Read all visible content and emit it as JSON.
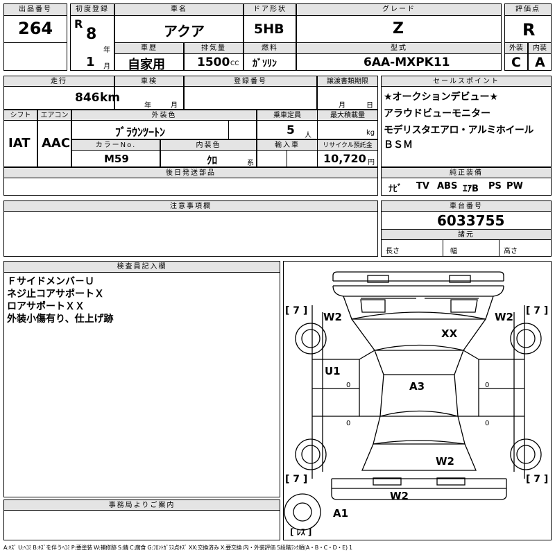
{
  "header": {
    "lot_label": "出品番号",
    "lot": "264",
    "first_reg_label": "初度登録",
    "era": "R",
    "year": "8",
    "year_unit": "年",
    "month": "1",
    "month_unit": "月",
    "name_label": "車名",
    "name": "アクア",
    "door_label": "ドア形状",
    "door": "5HB",
    "grade_label": "グレード",
    "grade": "Z",
    "score_label": "評価点",
    "score": "R",
    "history_label": "車歴",
    "history": "自家用",
    "disp_label": "排気量",
    "disp": "1500",
    "disp_unit": "CC",
    "fuel_label": "燃料",
    "fuel": "ｶﾞｿﾘﾝ",
    "model_label": "型式",
    "model": "6AA-MXPK11",
    "ext_label": "外装",
    "ext": "C",
    "int_label": "内装",
    "int": "A"
  },
  "mid": {
    "mileage_label": "走行",
    "mileage": "846",
    "mileage_unit": "km",
    "inspect_label": "車検",
    "inspect_year": "年",
    "inspect_month": "月",
    "reg_label": "登録番号",
    "transfer_label": "譲渡書類期限",
    "transfer_month": "月",
    "transfer_day": "日",
    "shift_label": "シフト",
    "shift": "IAT",
    "ac_label": "エアコン",
    "ac": "AAC",
    "color_label": "外装色",
    "color": "ﾌﾞﾗｳﾝﾂｰﾄﾝ",
    "capacity_label": "乗車定員",
    "capacity": "5",
    "capacity_unit": "人",
    "load_label": "最大積載量",
    "load_unit": "kg",
    "colorno_label": "カラーNo.",
    "colorno": "M59",
    "intcolor_label": "内装色",
    "intcolor": "ｸﾛ",
    "intcolor_unit": "系",
    "import_label": "輸入車",
    "recycle_label": "リサイクル預託金",
    "recycle": "10,720",
    "recycle_unit": "円",
    "later_label": "後日発送部品"
  },
  "sales": {
    "label": "セールスポイント",
    "lines": [
      "★オークションデビュー★",
      "アラウドビューモニター",
      "モデリスタエアロ・アルミホイール",
      "ＢＳＭ"
    ]
  },
  "equip": {
    "label": "純正装備",
    "items": [
      "ﾅﾋﾞ",
      "TV",
      "ABS",
      "ｴｱB",
      "PS",
      "PW"
    ]
  },
  "notes": {
    "label": "注意事項欄"
  },
  "chassis": {
    "label": "車台番号",
    "number": "6033755",
    "dims_label": "諸元",
    "length": "長さ",
    "width": "幅",
    "height": "高さ"
  },
  "inspector": {
    "label": "検査員記入欄",
    "lines": [
      "Ｆサイドメンバ－Ｕ",
      "ネジ止コアサポートＸ",
      "ロアサポートＸＸ",
      "外装小傷有り、仕上げ跡"
    ]
  },
  "office": {
    "label": "事務局よりご案内"
  },
  "diagram": {
    "tread_fl": "[ 7 ]",
    "tread_fr": "[ 7 ]",
    "tread_rl": "[ 7 ]",
    "tread_rr": "[ 7 ]",
    "zero": "0",
    "marks": [
      "W2",
      "W2",
      "XX",
      "U1",
      "A3",
      "W2",
      "W2",
      "A1"
    ],
    "resu": "[ ﾚｽ ]"
  },
  "legend": "A:ｷｽﾞ U:ﾍｺﾐ B:ｷｽﾞを伴うﾍｺﾐ P:要塗装 W:補修跡 S:錆 C:腐食 G:ﾌﾛﾝﾄｶﾞﾗｽ点ｷｽﾞ XX:交換済み X:要交換 内・外装評価 5段階ﾗﾝｸ順(A・B・C・D・E) 1"
}
